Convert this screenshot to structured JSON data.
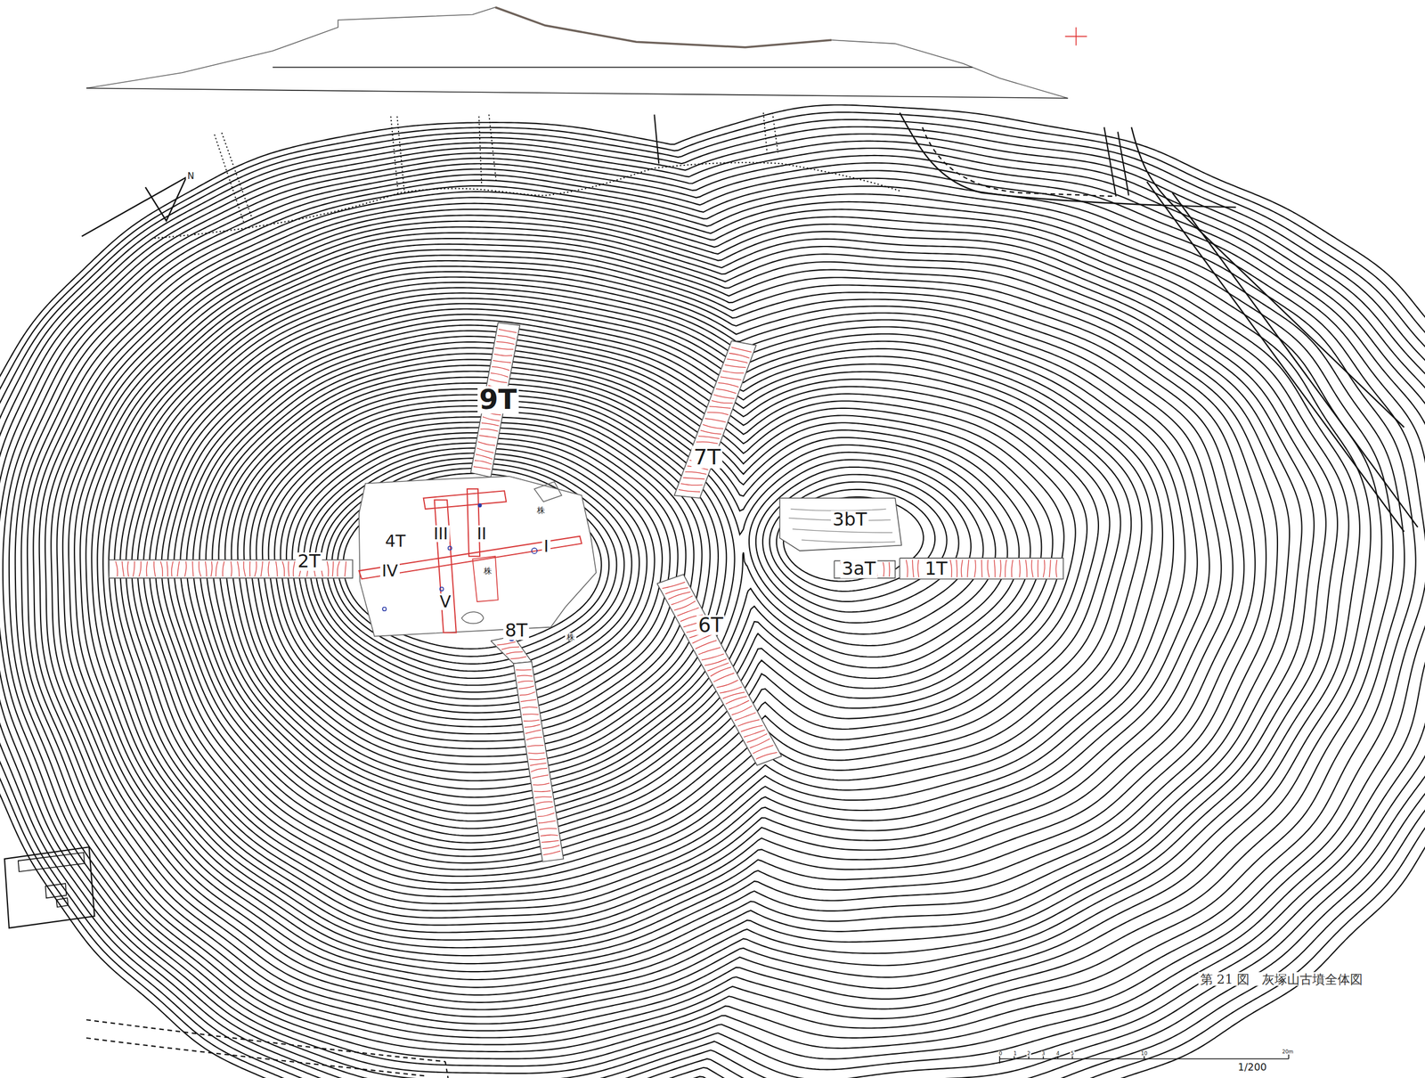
{
  "diagram": {
    "caption": "第 21 図　灰塚山古墳全体図",
    "labels": [
      "N",
      "9T",
      "7T",
      "3bT",
      "4T",
      "III",
      "II",
      "I",
      "株",
      "2T",
      "IV",
      "3aT",
      "1T",
      "株",
      "V",
      "8T",
      "株",
      "6T",
      "0",
      "1",
      "2",
      "3",
      "4",
      "5",
      "10",
      "20m",
      "1/200"
    ]
  }
}
